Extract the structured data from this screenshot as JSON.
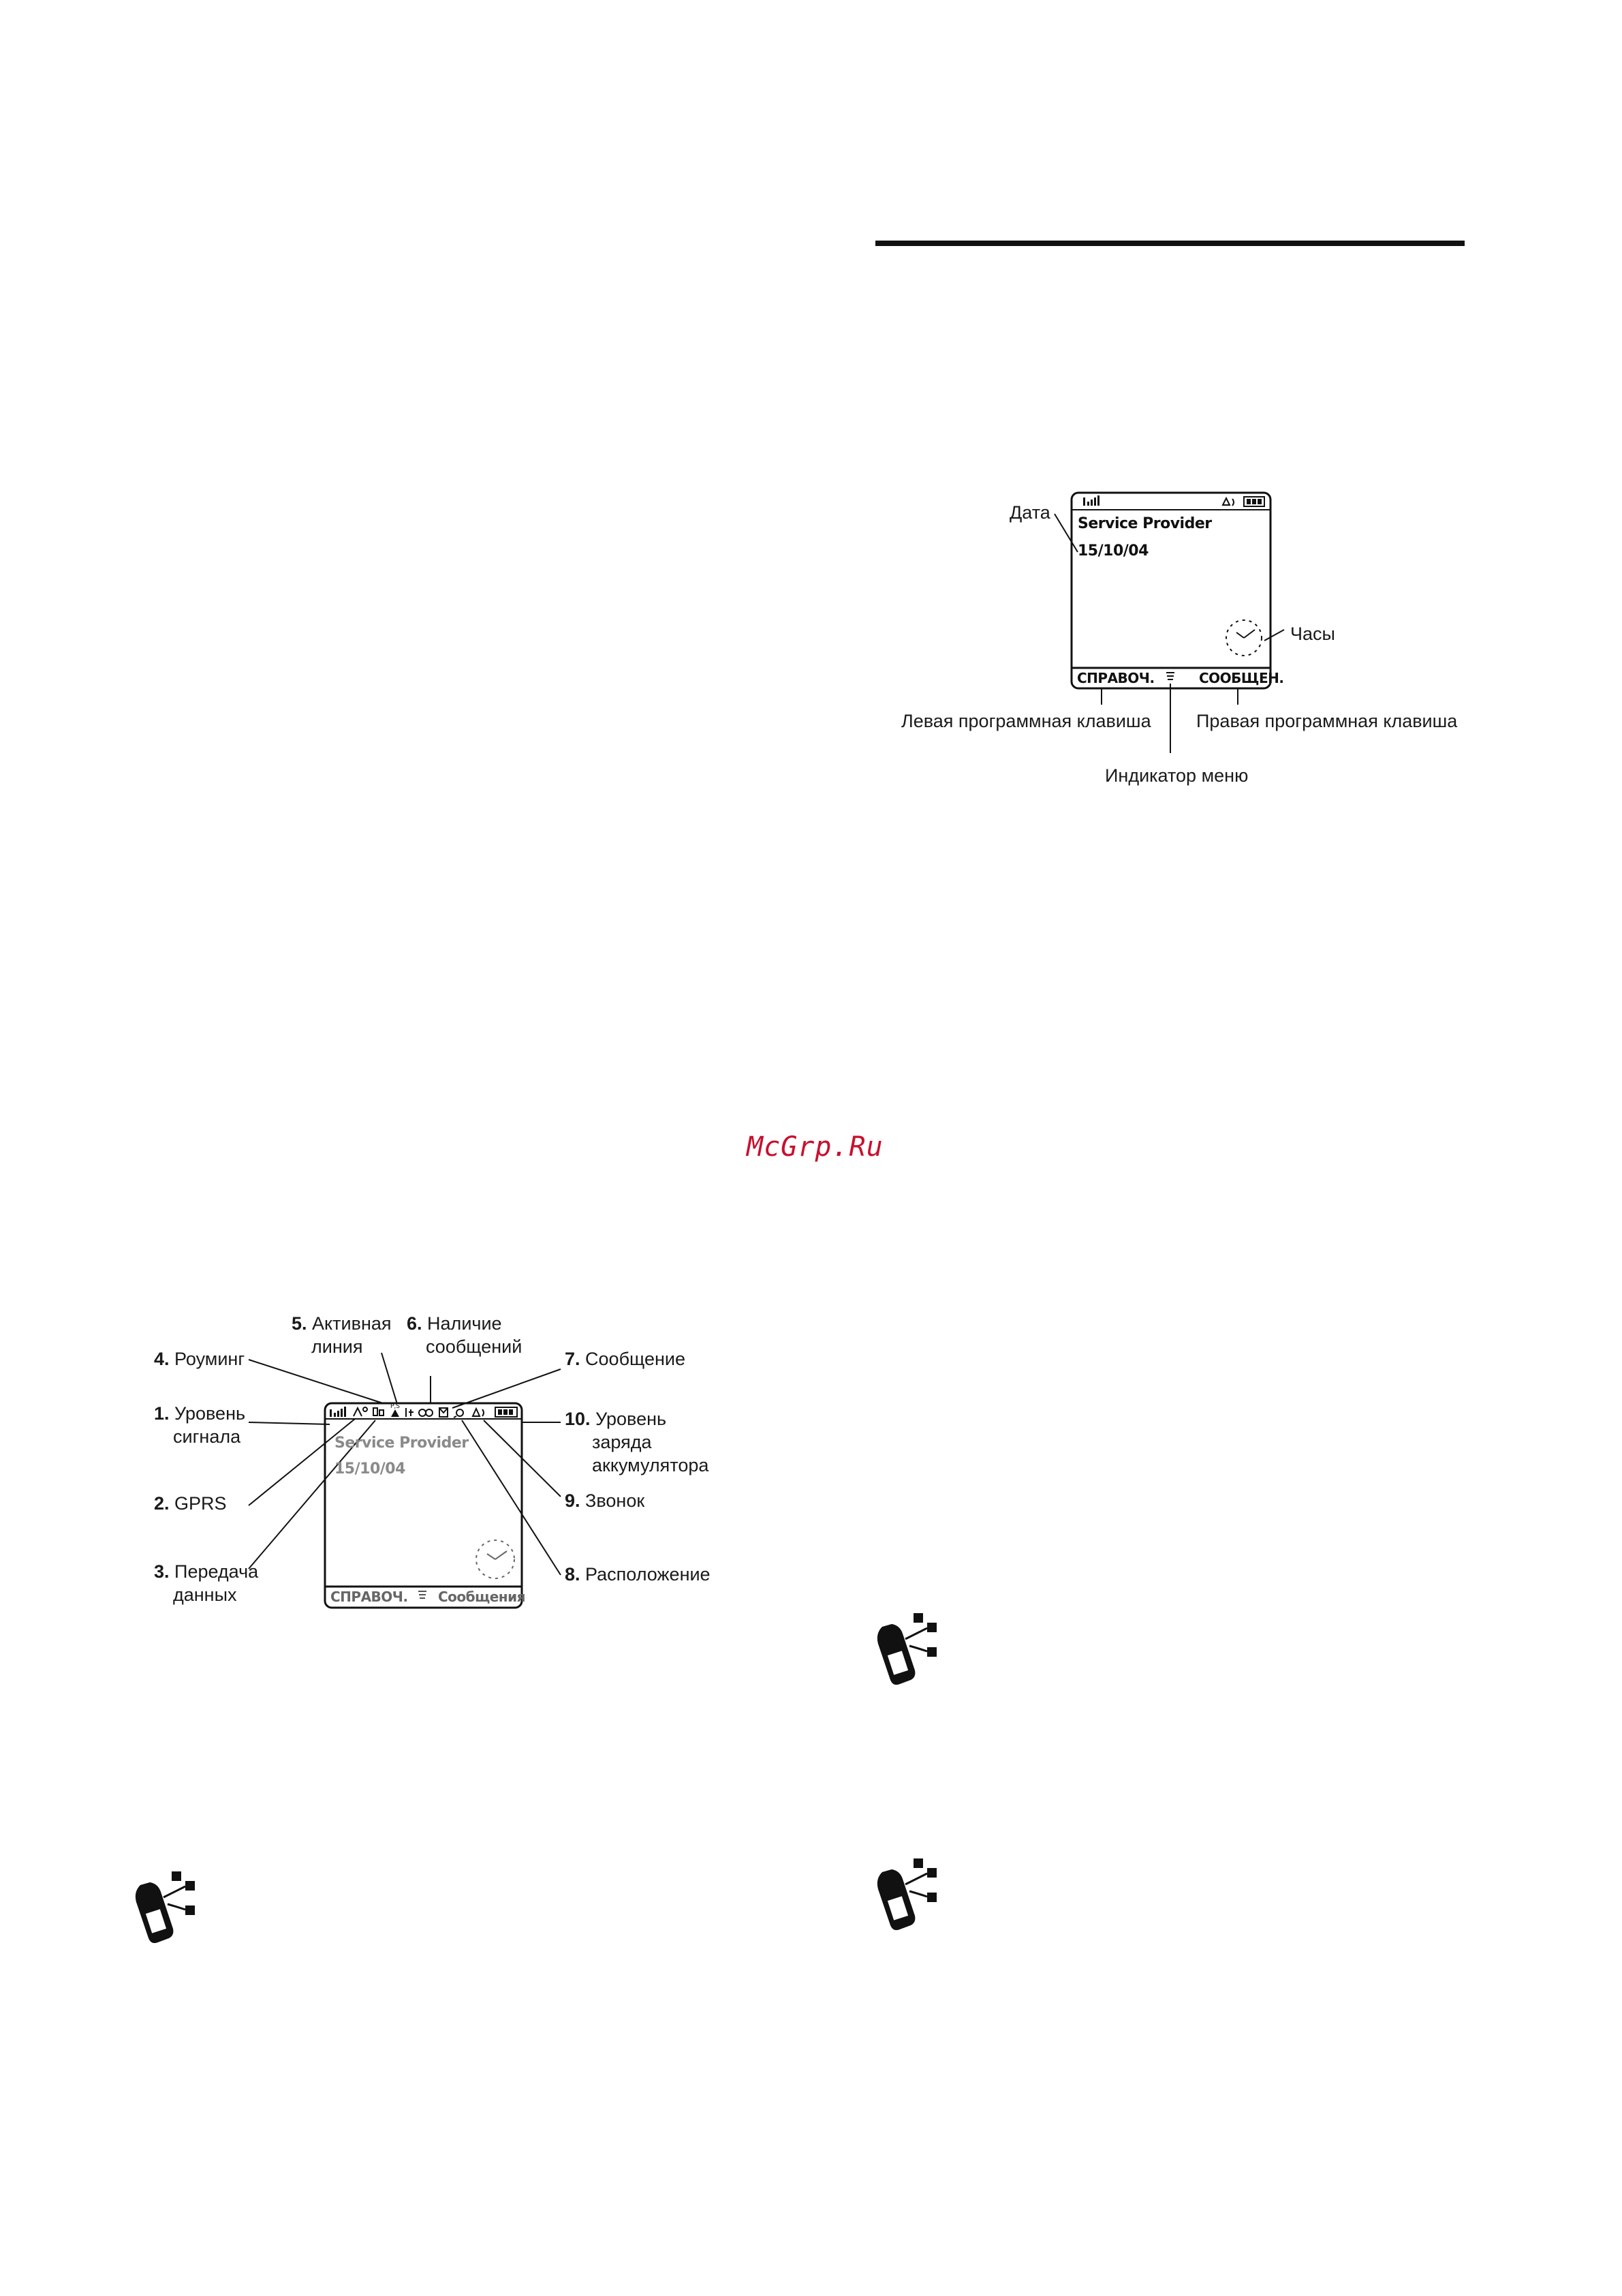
{
  "watermark": "McGrp.Ru",
  "diagram_top": {
    "labels": {
      "date": "Дата",
      "clock": "Часы",
      "left_softkey": "Левая программная клавиша",
      "right_softkey": "Правая программная клавиша",
      "menu_indicator": "Индикатор меню"
    },
    "screen": {
      "provider": "Service Provider",
      "date_value": "15/10/04",
      "left_key": "СПРАВОЧ.",
      "right_key": "СООБЩЕН."
    }
  },
  "diagram_bottom": {
    "labels": {
      "n1": "1.",
      "l1a": "Уровень",
      "l1b": "сигнала",
      "n2": "2.",
      "l2": "GPRS",
      "n3": "3.",
      "l3a": "Передача",
      "l3b": "данных",
      "n4": "4.",
      "l4": "Роуминг",
      "n5": "5.",
      "l5a": "Активная",
      "l5b": "линия",
      "n6": "6.",
      "l6a": "Наличие",
      "l6b": "сообщений",
      "n7": "7.",
      "l7": "Сообщение",
      "n8": "8.",
      "l8": "Расположение",
      "n9": "9.",
      "l9": "Звонок",
      "n10": "10.",
      "l10a": "Уровень",
      "l10b": "заряда",
      "l10c": "аккумулятора"
    },
    "screen": {
      "provider": "Service Provider",
      "date_value": "15/10/04",
      "left_key": "СПРАВОЧ.",
      "right_key": "Сообщения"
    }
  },
  "icons": [
    "phone-feature-icon",
    "phone-feature-icon",
    "phone-feature-icon"
  ]
}
